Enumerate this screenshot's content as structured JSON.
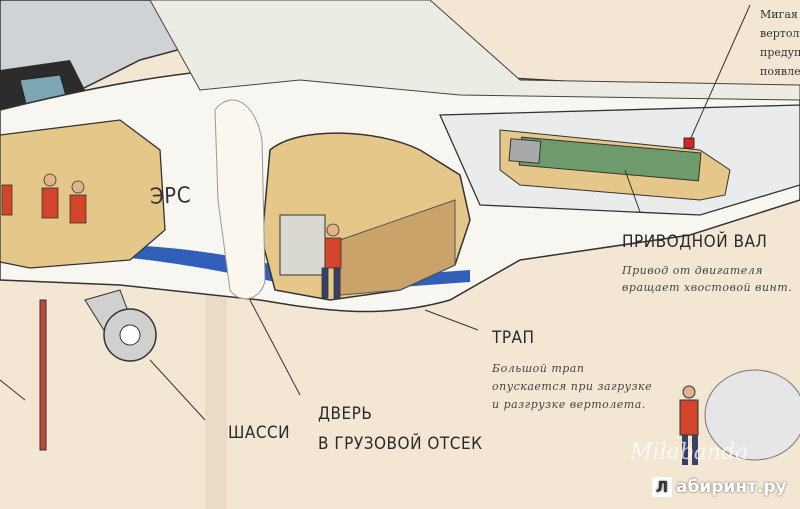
{
  "labels": {
    "drive_shaft": {
      "title": "ПРИВОДНОЙ ВАЛ",
      "desc_line1": "Привод от двигателя",
      "desc_line2": "вращает хвостовой винт."
    },
    "ramp": {
      "title": "ТРАП",
      "desc_line1": "Большой трап",
      "desc_line2": "опускается при загрузке",
      "desc_line3": "и разгрузке вертолета."
    },
    "chassis": {
      "title": "ШАССИ"
    },
    "cargo_door": {
      "line1": "ДВЕРЬ",
      "line2": "В ГРУЗОВОЙ ОТСЕК"
    },
    "corner": {
      "line1": "Мигая",
      "line2": "вертол",
      "line3": "предуп",
      "line4": "появле"
    }
  },
  "fuselage_text": "ЭРС",
  "watermark": "Milabanda",
  "logo": {
    "letter": "Л",
    "text": "абиринт.ру"
  },
  "colors": {
    "paper": "#f3e6d2",
    "fuselage": "#f7f6f1",
    "stripe": "#2f5fb8",
    "interior": "#e6c78a",
    "crew": "#d2452b",
    "shaft": "#6e9b6b"
  }
}
